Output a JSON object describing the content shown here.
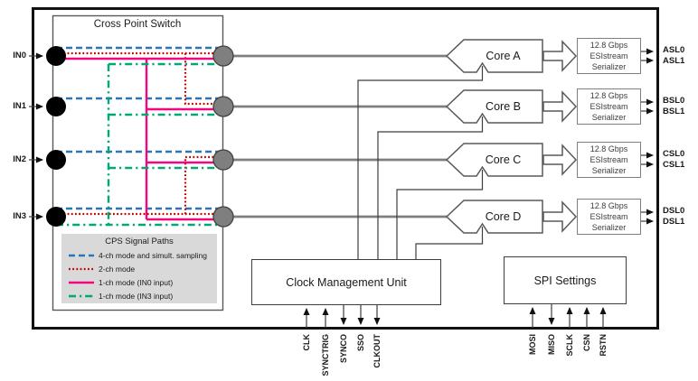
{
  "colors": {
    "path_4ch": "#2E75B6",
    "path_2ch": "#C00000",
    "path_1ch_in0": "#F4067E",
    "path_1ch_in3": "#00A878",
    "wire": "#7F7F7F",
    "legend_bg": "#D9D9D9"
  },
  "cps": {
    "title": "Cross Point Switch",
    "legend": {
      "title": "CPS Signal Paths",
      "items": [
        {
          "label": "4-ch mode and simult. sampling"
        },
        {
          "label": "2-ch mode"
        },
        {
          "label": "1-ch mode (IN0 input)"
        },
        {
          "label": "1-ch mode (IN3 input)"
        }
      ]
    }
  },
  "inputs": [
    {
      "label": "IN0"
    },
    {
      "label": "IN1"
    },
    {
      "label": "IN2"
    },
    {
      "label": "IN3"
    }
  ],
  "channels": [
    {
      "core": "Core A",
      "serializer": [
        "12.8 Gbps",
        "ESIstream",
        "Serializer"
      ],
      "outputs": [
        "ASL0",
        "ASL1"
      ]
    },
    {
      "core": "Core B",
      "serializer": [
        "12.8 Gbps",
        "ESIstream",
        "Serializer"
      ],
      "outputs": [
        "BSL0",
        "BSL1"
      ]
    },
    {
      "core": "Core C",
      "serializer": [
        "12.8 Gbps",
        "ESIstream",
        "Serializer"
      ],
      "outputs": [
        "CSL0",
        "CSL1"
      ]
    },
    {
      "core": "Core D",
      "serializer": [
        "12.8 Gbps",
        "ESIstream",
        "Serializer"
      ],
      "outputs": [
        "DSL0",
        "DSL1"
      ]
    }
  ],
  "cmu": {
    "label": "Clock Management Unit",
    "pins": [
      {
        "name": "CLK",
        "dir": "in"
      },
      {
        "name": "SYNCTRIG",
        "dir": "in"
      },
      {
        "name": "SYNCO",
        "dir": "out"
      },
      {
        "name": "SSO",
        "dir": "out"
      },
      {
        "name": "CLKOUT",
        "dir": "out"
      }
    ]
  },
  "spi": {
    "label": "SPI Settings",
    "pins": [
      {
        "name": "MOSI",
        "dir": "in"
      },
      {
        "name": "MISO",
        "dir": "out"
      },
      {
        "name": "SCLK",
        "dir": "in"
      },
      {
        "name": "CSN",
        "dir": "in"
      },
      {
        "name": "RSTN",
        "dir": "in"
      }
    ]
  }
}
